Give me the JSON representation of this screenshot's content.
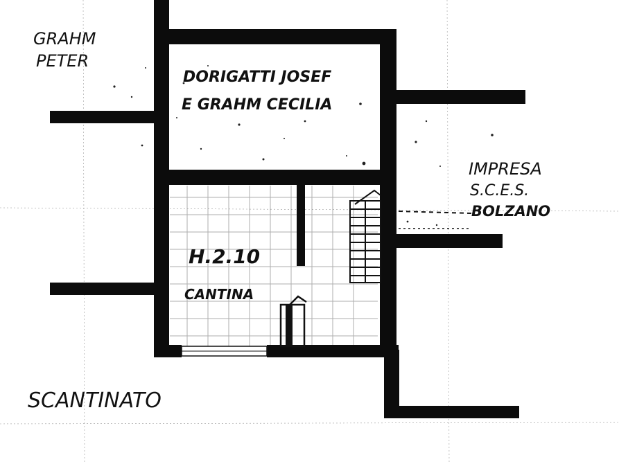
{
  "drawing": {
    "floor_label": "SCANTINATO",
    "neighbor_west": {
      "line1": "GRAHM",
      "line2": "PETER"
    },
    "neighbor_east": {
      "line1": "IMPRESA",
      "line2": "S.C.E.S.",
      "line3": "BOLZANO"
    },
    "room_north": {
      "line1": "DORIGATTI JOSEF",
      "line2": "E GRAHM CECILIA"
    },
    "room_south": {
      "height": "H.2.10",
      "name": "CANTINA"
    }
  },
  "colors": {
    "ink": "#0c0c0c",
    "paper": "#ffffff",
    "grid": "#9a9a9a"
  }
}
